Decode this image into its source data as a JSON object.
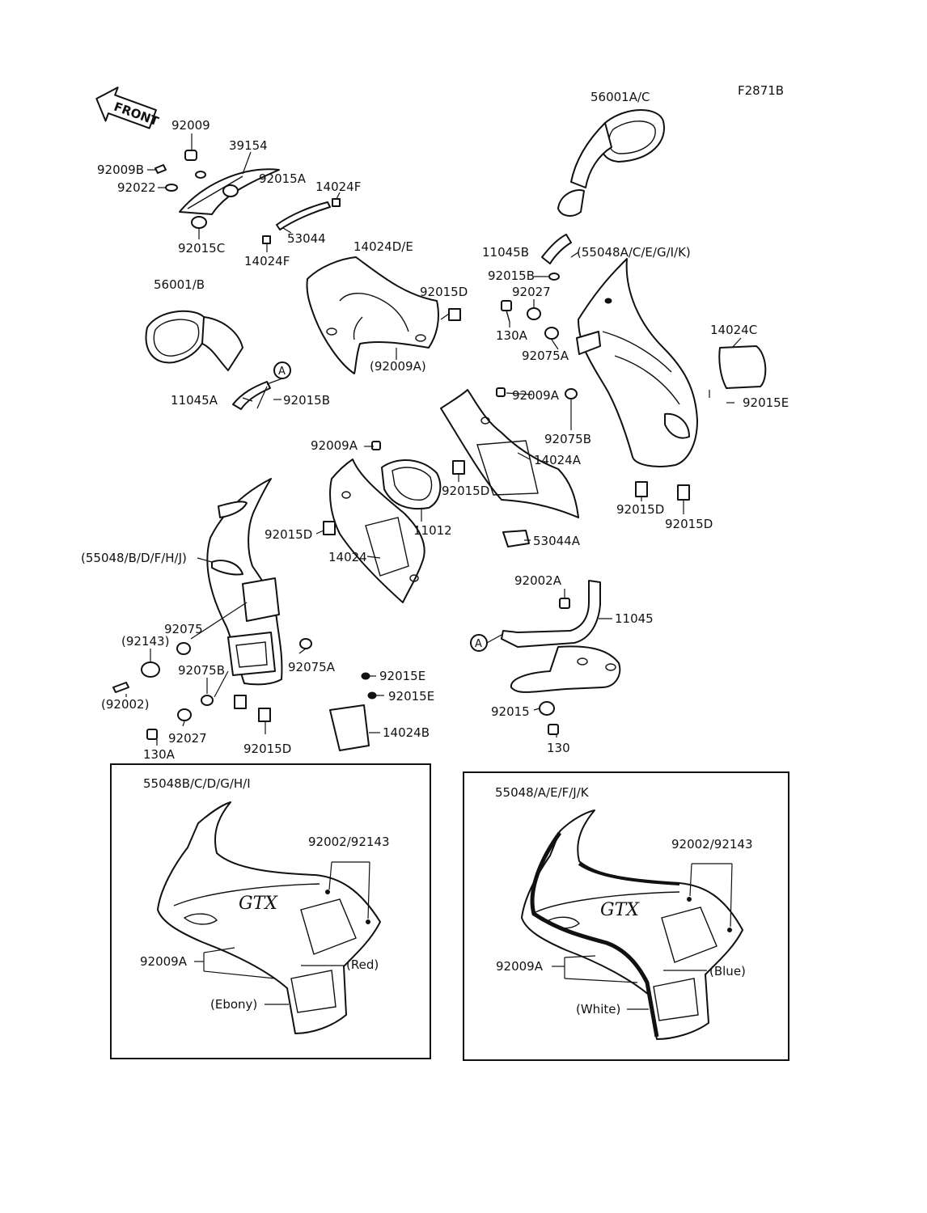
{
  "drawing_id": "F2871B",
  "front_arrow_text": "FRONT",
  "callout_marker": "A",
  "logo_text": "GTX",
  "labels": {
    "p56001ac": "56001A/C",
    "p92009": "92009",
    "p39154": "39154",
    "p92009b": "92009B",
    "p92022": "92022",
    "p92015a": "92015A",
    "p14024f_top": "14024F",
    "p14024f_bot": "14024F",
    "p53044": "53044",
    "p92015c": "92015C",
    "p14024de": "14024D/E",
    "p11045b": "11045B",
    "p55048acegik": "(55048A/C/E/G/I/K)",
    "p92015b_r": "92015B",
    "p92027_r": "92027",
    "p56001b": "56001/B",
    "p92015d_a": "92015D",
    "p130a_r": "130A",
    "p92075a_r": "92075A",
    "p14024c": "14024C",
    "p92009a_paren": "(92009A)",
    "p11045a": "11045A",
    "p92015b_l": "92015B",
    "p92015e_r": "92015E",
    "p92009a_c": "92009A",
    "p92075b_r": "92075B",
    "p92009a_l": "92009A",
    "p14024a": "14024A",
    "p92015d_b": "92015D",
    "p92015d_c": "92015D",
    "p92015d_d": "92015D",
    "p92015d_e": "92015D",
    "p11012": "11012",
    "p53044a": "53044A",
    "p55048bdfhj": "(55048/B/D/F/H/J)",
    "p14024": "14024",
    "p92002a": "92002A",
    "p11045": "11045",
    "p92075": "92075",
    "p92143_paren": "(92143)",
    "p92075b_l": "92075B",
    "p92075a_l": "92075A",
    "p92015e_a": "92015E",
    "p92015e_b": "92015E",
    "p92002_paren": "(92002)",
    "p92015": "92015",
    "p92027_l": "92027",
    "p130a_l": "130A",
    "p92015d_f": "92015D",
    "p14024b": "14024B",
    "p130": "130"
  },
  "inset_left": {
    "part_no": "55048B/C/D/G/H/I",
    "fasteners": "92002/92143",
    "bolt": "92009A",
    "color_upper": "(Red)",
    "color_lower": "(Ebony)"
  },
  "inset_right": {
    "part_no": "55048/A/E/F/J/K",
    "fasteners": "92002/92143",
    "bolt": "92009A",
    "color_upper": "(Blue)",
    "color_lower": "(White)"
  }
}
